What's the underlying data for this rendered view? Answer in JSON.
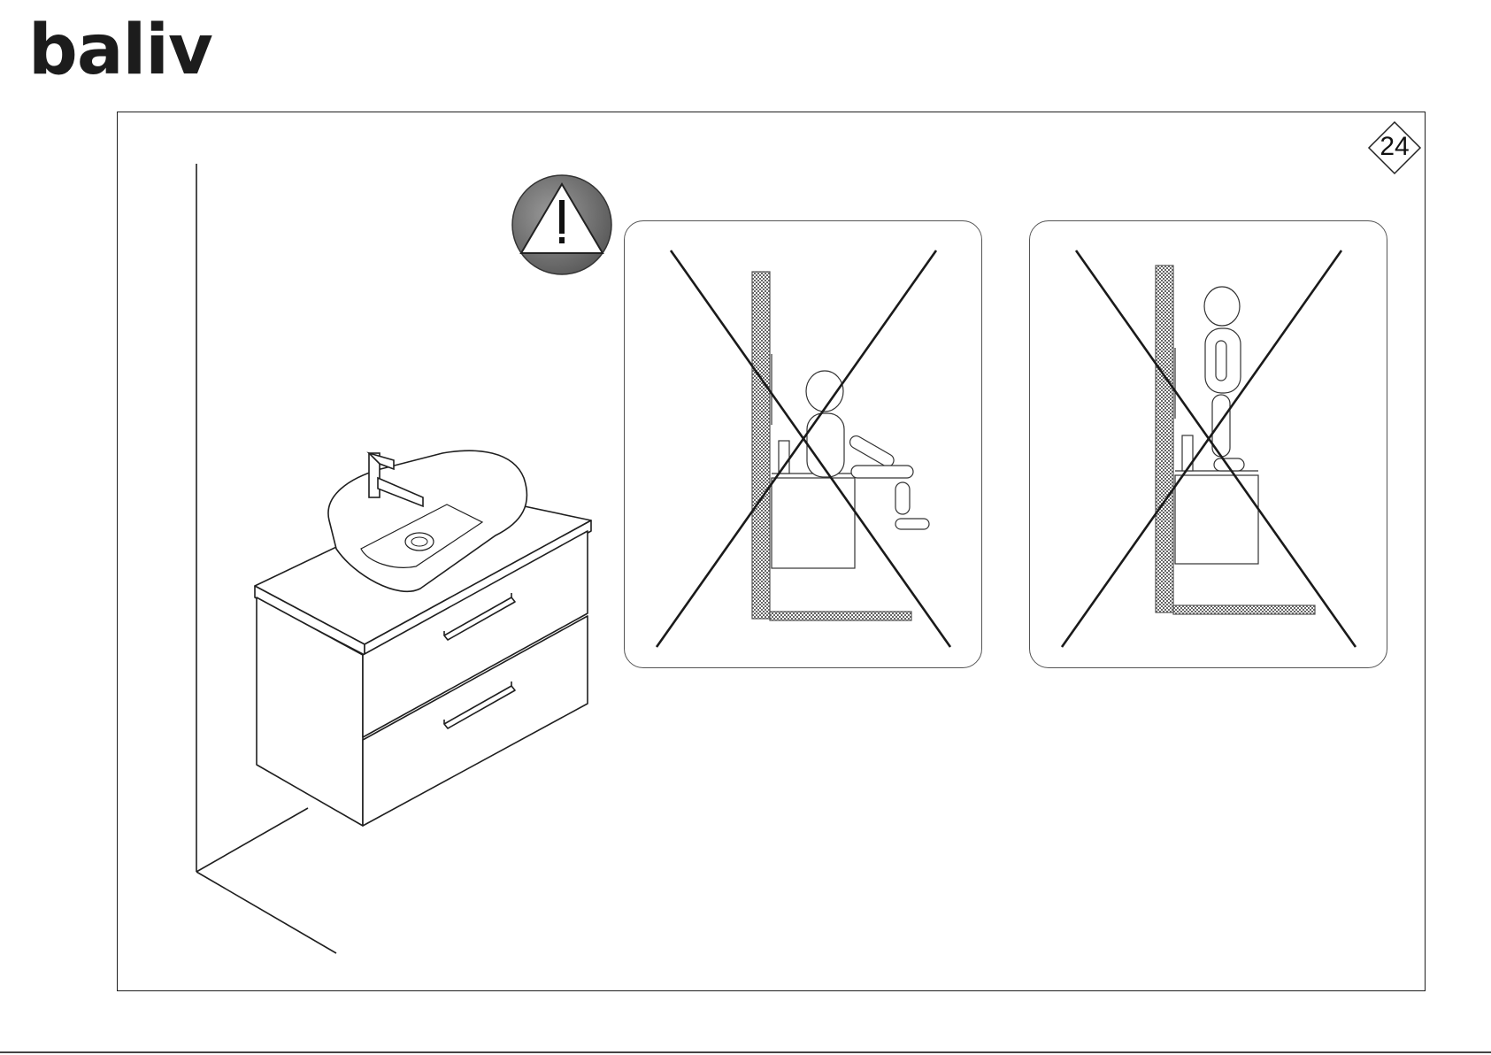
{
  "brand": {
    "logo_text": "baliv"
  },
  "page": {
    "step_number": "24"
  },
  "illustrations": {
    "main": "vanity-cabinet-with-vessel-basin",
    "warning": "warning-triangle-icon",
    "panels": [
      {
        "name": "do-not-lean-on-cabinet",
        "crossed": true
      },
      {
        "name": "do-not-stand-on-cabinet",
        "crossed": true
      }
    ]
  },
  "colors": {
    "line": "#1f1f1f",
    "warning_bg": "#6f6f6f",
    "wall_hatch": "#8a8a8a"
  }
}
